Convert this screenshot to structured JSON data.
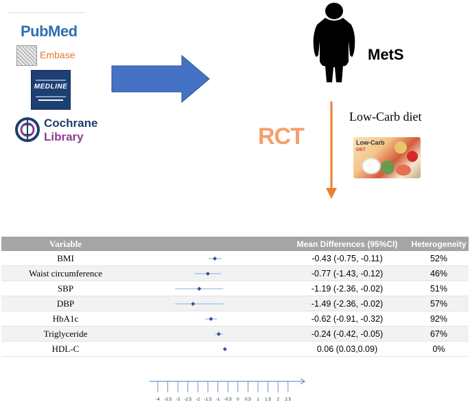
{
  "databases": {
    "pubmed": "PubMed",
    "embase": "Embase",
    "medline": "MEDLINE",
    "cochrane_line1": "Cochrane",
    "cochrane_line2": "Library"
  },
  "diagram": {
    "condition": "MetS",
    "design": "RCT",
    "intervention": "Low-Carb diet",
    "food_image_text": "Low-Carb",
    "food_image_subtext": "DIET"
  },
  "table": {
    "headers": [
      "Variable",
      "Mean Differences (95%CI)",
      "Heterogeneity"
    ],
    "rows": [
      {
        "variable": "BMI",
        "md": -0.43,
        "lo": -0.75,
        "hi": -0.11,
        "md_text": "-0.43 (-0.75, -0.11)",
        "het": "52%"
      },
      {
        "variable": "Waist circumference",
        "md": -0.77,
        "lo": -1.43,
        "hi": -0.12,
        "md_text": "-0.77 (-1.43, -0.12)",
        "het": "46%"
      },
      {
        "variable": "SBP",
        "md": -1.19,
        "lo": -2.36,
        "hi": -0.02,
        "md_text": "-1.19 (-2.36, -0.02)",
        "het": "51%"
      },
      {
        "variable": "DBP",
        "md": -1.49,
        "lo": -2.36,
        "hi": -0.02,
        "md_text": "-1.49 (-2.36, -0.02)",
        "het": "57%"
      },
      {
        "variable": "HbA1c",
        "md": -0.62,
        "lo": -0.91,
        "hi": -0.32,
        "md_text": "-0.62 (-0.91, -0.32)",
        "het": "92%"
      },
      {
        "variable": "Triglyceride",
        "md": -0.24,
        "lo": -0.42,
        "hi": -0.05,
        "md_text": "-0.24 (-0.42, -0.05)",
        "het": "67%"
      },
      {
        "variable": "HDL-C",
        "md": 0.06,
        "lo": 0.03,
        "hi": 0.09,
        "md_text": "0.06 (0.03,0.09)",
        "het": "0%"
      }
    ]
  },
  "axis": {
    "ticks": [
      "-4",
      "-3.5",
      "-3",
      "-2.5",
      "-2",
      "-1.5",
      "-1",
      "-0.5",
      "0",
      "0.5",
      "1",
      "1.5",
      "2",
      "2.5"
    ],
    "color": "#4a7cc2"
  },
  "colors": {
    "arrow_blue": "#4472c4",
    "arrow_orange": "#ed7d31",
    "rct": "#f4a06a",
    "header_gray": "#a5a5a5",
    "marker": "#2f5597"
  }
}
